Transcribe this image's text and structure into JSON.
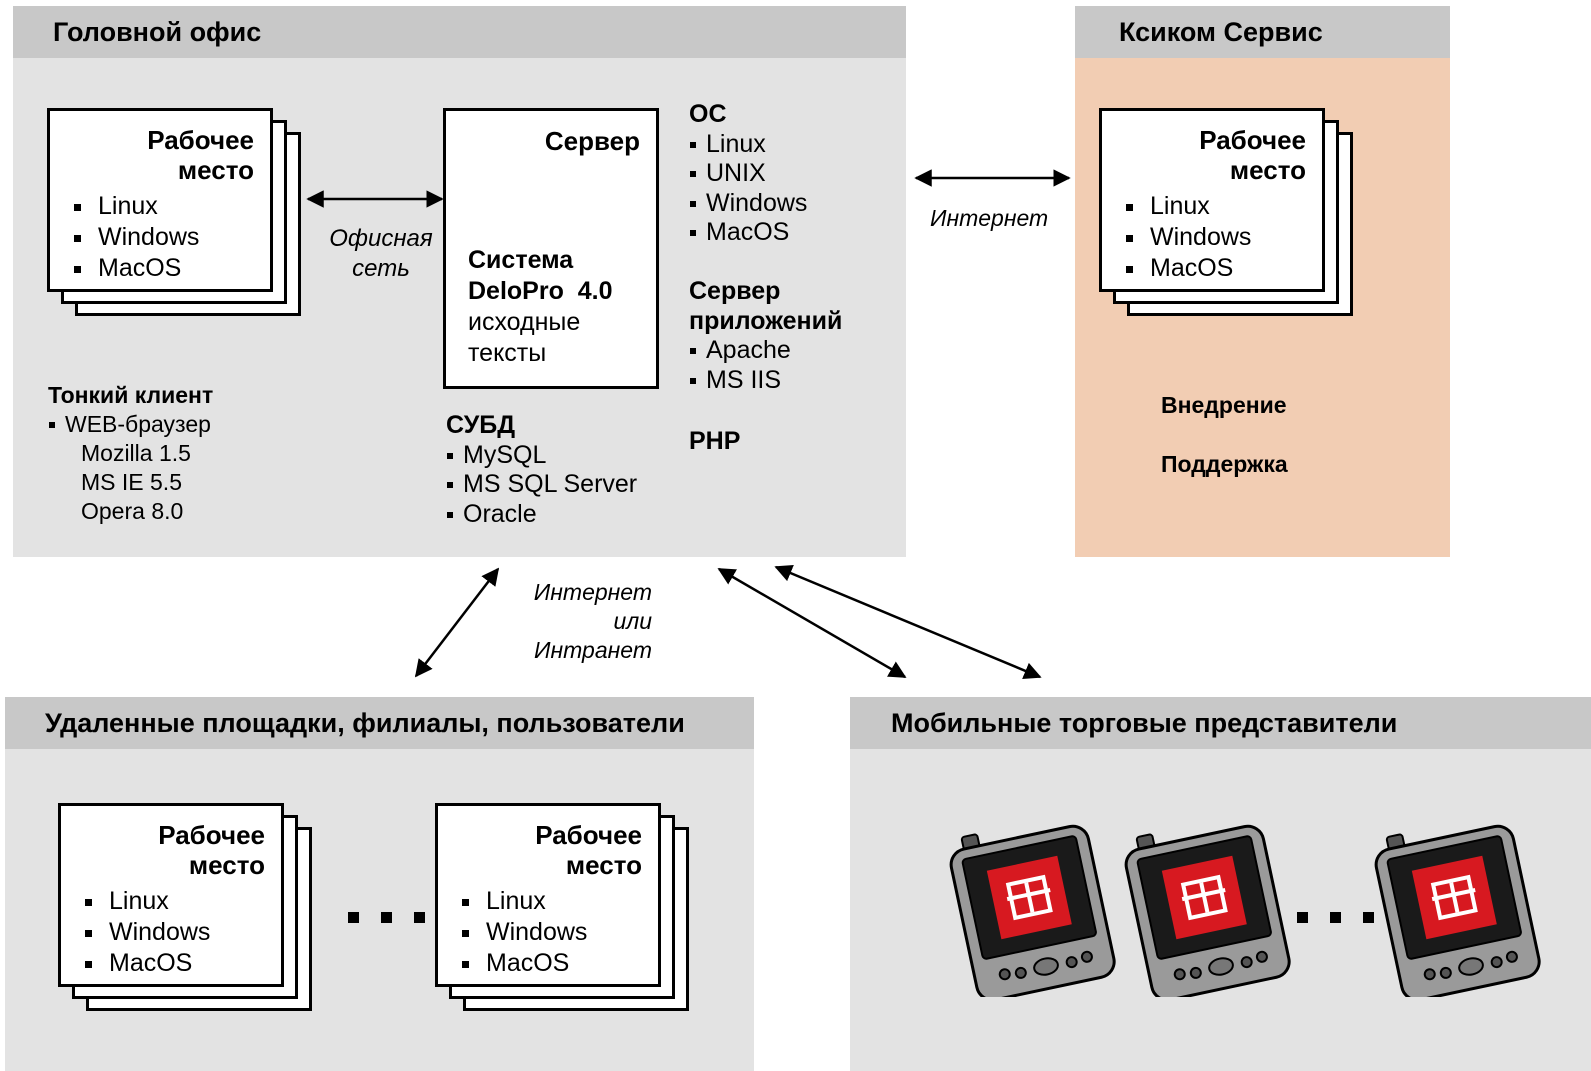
{
  "head_office": {
    "title": "Головной офис",
    "workstation": {
      "title_line1": "Рабочее",
      "title_line2": "место",
      "os": [
        "Linux",
        "Windows",
        "MacOS"
      ]
    },
    "office_network": {
      "line1": "Офисная",
      "line2": "сеть"
    },
    "server": {
      "title": "Сервер",
      "system_line1": "Система",
      "system_line2": "DeloPro  4.0",
      "source_line1": "исходные",
      "source_line2": "тексты"
    },
    "thin_client": {
      "title": "Тонкий клиент",
      "item": "WEB-браузер",
      "browsers": [
        "Mozilla 1.5",
        "MS IE 5.5",
        "Opera 8.0"
      ]
    },
    "dbms": {
      "title": "СУБД",
      "items": [
        "MySQL",
        "MS SQL Server",
        "Oracle"
      ]
    },
    "os": {
      "title": "ОС",
      "items": [
        "Linux",
        "UNIX",
        "Windows",
        "MacOS"
      ]
    },
    "app_server": {
      "title_line1": "Сервер",
      "title_line2": "приложений",
      "items": [
        "Apache",
        "MS IIS"
      ]
    },
    "php": "PHP"
  },
  "internet_label": "Интернет",
  "xicom": {
    "title": "Ксиком Сервис",
    "workstation": {
      "title_line1": "Рабочее",
      "title_line2": "место",
      "os": [
        "Linux",
        "Windows",
        "MacOS"
      ]
    },
    "implementation": "Внедрение",
    "support": "Поддержка"
  },
  "inet_intranet": {
    "line1": "Интернет",
    "line2": "или",
    "line3": "Интранет"
  },
  "remote": {
    "title": "Удаленные площадки, филиалы, пользователи",
    "workstation_a": {
      "title_line1": "Рабочее",
      "title_line2": "место",
      "os": [
        "Linux",
        "Windows",
        "MacOS"
      ]
    },
    "workstation_b": {
      "title_line1": "Рабочее",
      "title_line2": "место",
      "os": [
        "Linux",
        "Windows",
        "MacOS"
      ]
    }
  },
  "mobile": {
    "title": "Мобильные торговые представители"
  },
  "colors": {
    "panel": "#e3e3e3",
    "header": "#c8c8c8",
    "xicom_panel": "#f2cdb3",
    "logo_red": "#d71920"
  }
}
